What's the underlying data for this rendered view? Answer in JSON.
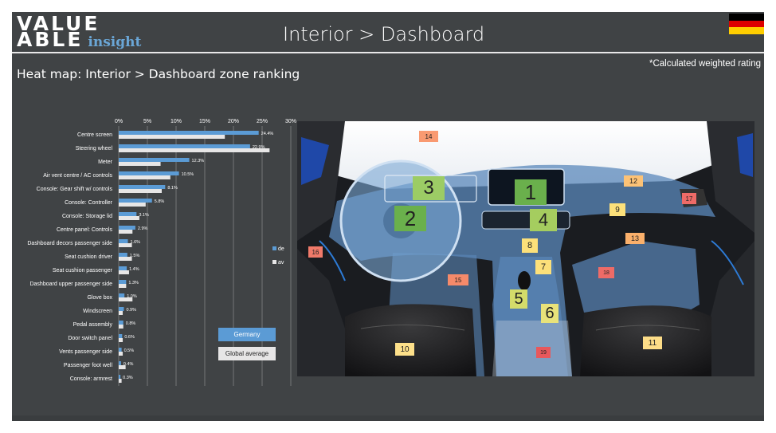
{
  "header": {
    "brand_line1": "VALUE",
    "brand_line2": "ABLE",
    "brand_insight": "insight",
    "title": "Interior > Dashboard",
    "subtitle": "Heat map: Interior > Dashboard zone ranking",
    "note": "*Calculated weighted rating",
    "flag_colors": [
      "#000000",
      "#dd0000",
      "#ffce00"
    ]
  },
  "chart_data": {
    "type": "bar",
    "orientation": "horizontal",
    "title": "",
    "xlabel": "",
    "ylabel": "",
    "xlim": [
      0,
      30
    ],
    "tick_labels": [
      "0%",
      "5%",
      "10%",
      "15%",
      "20%",
      "25%",
      "30%"
    ],
    "grid": true,
    "categories": [
      "Centre screen",
      "Steering wheel",
      "Meter",
      "Air vent centre / AC controls",
      "Console: Gear shift w/ controls",
      "Console: Controller",
      "Console: Storage lid",
      "Centre panel: Controls",
      "Dashboard decors passenger side",
      "Seat cushion driver",
      "Seat cushion passenger",
      "Dashboard upper passenger side",
      "Glove box",
      "Windscreen",
      "Pedal assembly",
      "Door switch panel",
      "Vents passenger side",
      "Passenger foot well",
      "Console: armrest"
    ],
    "series": [
      {
        "name": "de",
        "color": "#5b9bd5",
        "values": [
          24.4,
          22.9,
          12.3,
          10.5,
          8.1,
          5.8,
          3.1,
          2.9,
          1.6,
          1.5,
          1.4,
          1.3,
          1.0,
          0.9,
          0.8,
          0.6,
          0.5,
          0.4,
          0.3
        ],
        "labels": [
          "24.4%",
          "22.9%",
          "12.3%",
          "10.5%",
          "8.1%",
          "5.8%",
          "3.1%",
          "2.9%",
          "1.6%",
          "1.5%",
          "1.4%",
          "1.3%",
          "1.0%",
          "0.9%",
          "0.8%",
          "0.6%",
          "0.5%",
          "0.4%",
          "0.3%"
        ]
      },
      {
        "name": "av",
        "color": "#e7e6e6",
        "values": [
          18.5,
          26.3,
          7.3,
          9.0,
          7.5,
          4.7,
          3.6,
          2.4,
          2.3,
          2.3,
          1.8,
          1.3,
          2.4,
          0.7,
          0.8,
          0.7,
          0.7,
          1.2,
          0.5
        ]
      }
    ],
    "legend_position": "right",
    "legend_boxes": [
      {
        "label": "Germany",
        "color": "#5b9bd5"
      },
      {
        "label": "Global average",
        "color": "#e7e6e6"
      }
    ]
  },
  "zones": [
    {
      "id": "1",
      "color": "#6ab04c"
    },
    {
      "id": "2",
      "color": "#6ab04c"
    },
    {
      "id": "3",
      "color": "#9ccc65"
    },
    {
      "id": "4",
      "color": "#a5cd5f"
    },
    {
      "id": "5",
      "color": "#d4dc6a"
    },
    {
      "id": "6",
      "color": "#e8e27a"
    },
    {
      "id": "7",
      "color": "#fce07a"
    },
    {
      "id": "8",
      "color": "#fce07a"
    },
    {
      "id": "9",
      "color": "#fce07a"
    },
    {
      "id": "10",
      "color": "#fde08a"
    },
    {
      "id": "11",
      "color": "#fddd88"
    },
    {
      "id": "12",
      "color": "#fcc276"
    },
    {
      "id": "13",
      "color": "#fbb06b"
    },
    {
      "id": "14",
      "color": "#f99a71"
    },
    {
      "id": "15",
      "color": "#f58a6a"
    },
    {
      "id": "16",
      "color": "#f07a6a"
    },
    {
      "id": "17",
      "color": "#ee6b67"
    },
    {
      "id": "18",
      "color": "#ee6b67"
    },
    {
      "id": "19",
      "color": "#e8585c"
    }
  ]
}
